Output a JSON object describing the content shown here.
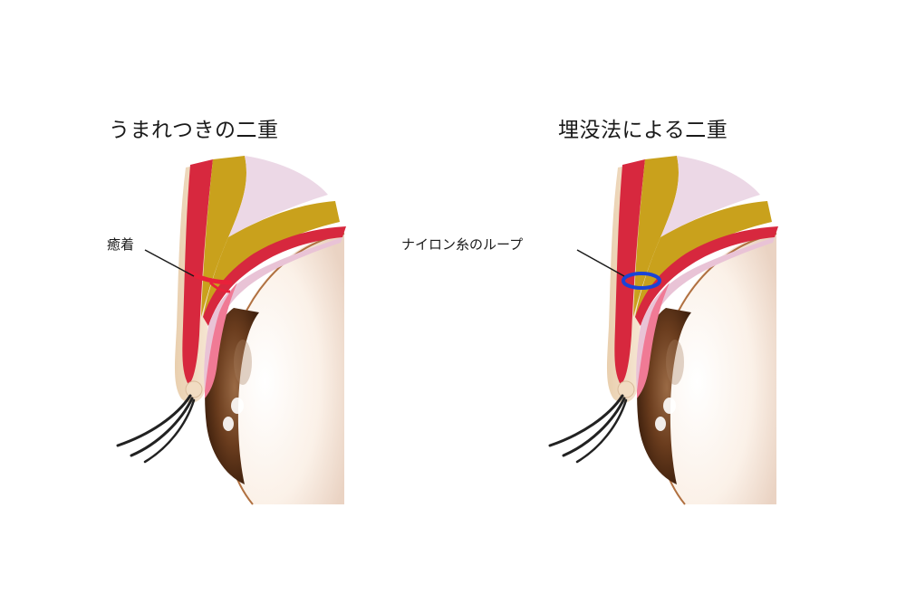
{
  "left_panel": {
    "title": "うまれつきの二重",
    "annotation": "癒着"
  },
  "right_panel": {
    "title": "埋没法による二重",
    "annotation": "ナイロン糸のループ"
  },
  "colors": {
    "skin": "#f1dcc2",
    "muscle_red": "#d7283e",
    "fat_gold": "#c9a11c",
    "fat_light": "#ecd8e6",
    "tarsus_pink": "#e9c3d6",
    "eyeball": "#fdf6ef",
    "iris": "#5a3218",
    "nylon_loop": "#1a44d6"
  }
}
